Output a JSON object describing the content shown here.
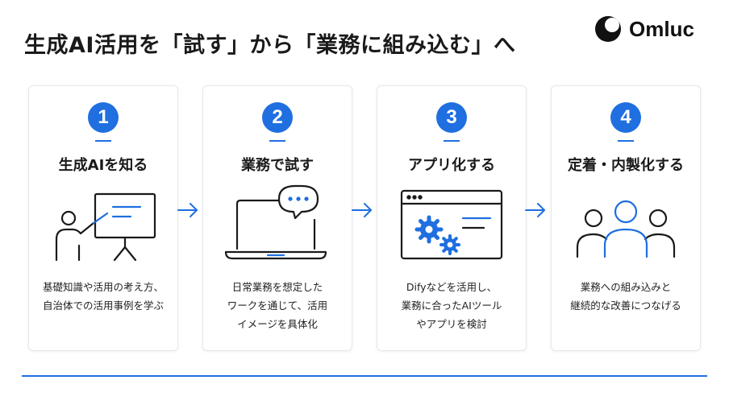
{
  "header": {
    "title": "生成AI活用を「試す」から「業務に組み込む」へ",
    "logo_text": "Omluc"
  },
  "steps": [
    {
      "number": "1",
      "title": "生成AIを知る",
      "desc": [
        "基礎知識や活用の考え方、",
        "自治体での活用事例を学ぶ"
      ],
      "icon": "presentation-board-icon"
    },
    {
      "number": "2",
      "title": "業務で試す",
      "desc": [
        "日常業務を想定した",
        "ワークを通じて、活用",
        "イメージを具体化"
      ],
      "icon": "laptop-chat-icon"
    },
    {
      "number": "3",
      "title": "アプリ化する",
      "desc": [
        "Difyなどを活用し、",
        "業務に合ったAIツール",
        "やアプリを検討"
      ],
      "icon": "app-gears-icon"
    },
    {
      "number": "4",
      "title": "定着・内製化する",
      "desc": [
        "業務への組み込みと",
        "継続的な改善につなげる"
      ],
      "icon": "team-people-icon"
    }
  ],
  "colors": {
    "accent": "#1f6fe0",
    "text": "#1a1a1a",
    "card_border": "#e4e7ec"
  }
}
